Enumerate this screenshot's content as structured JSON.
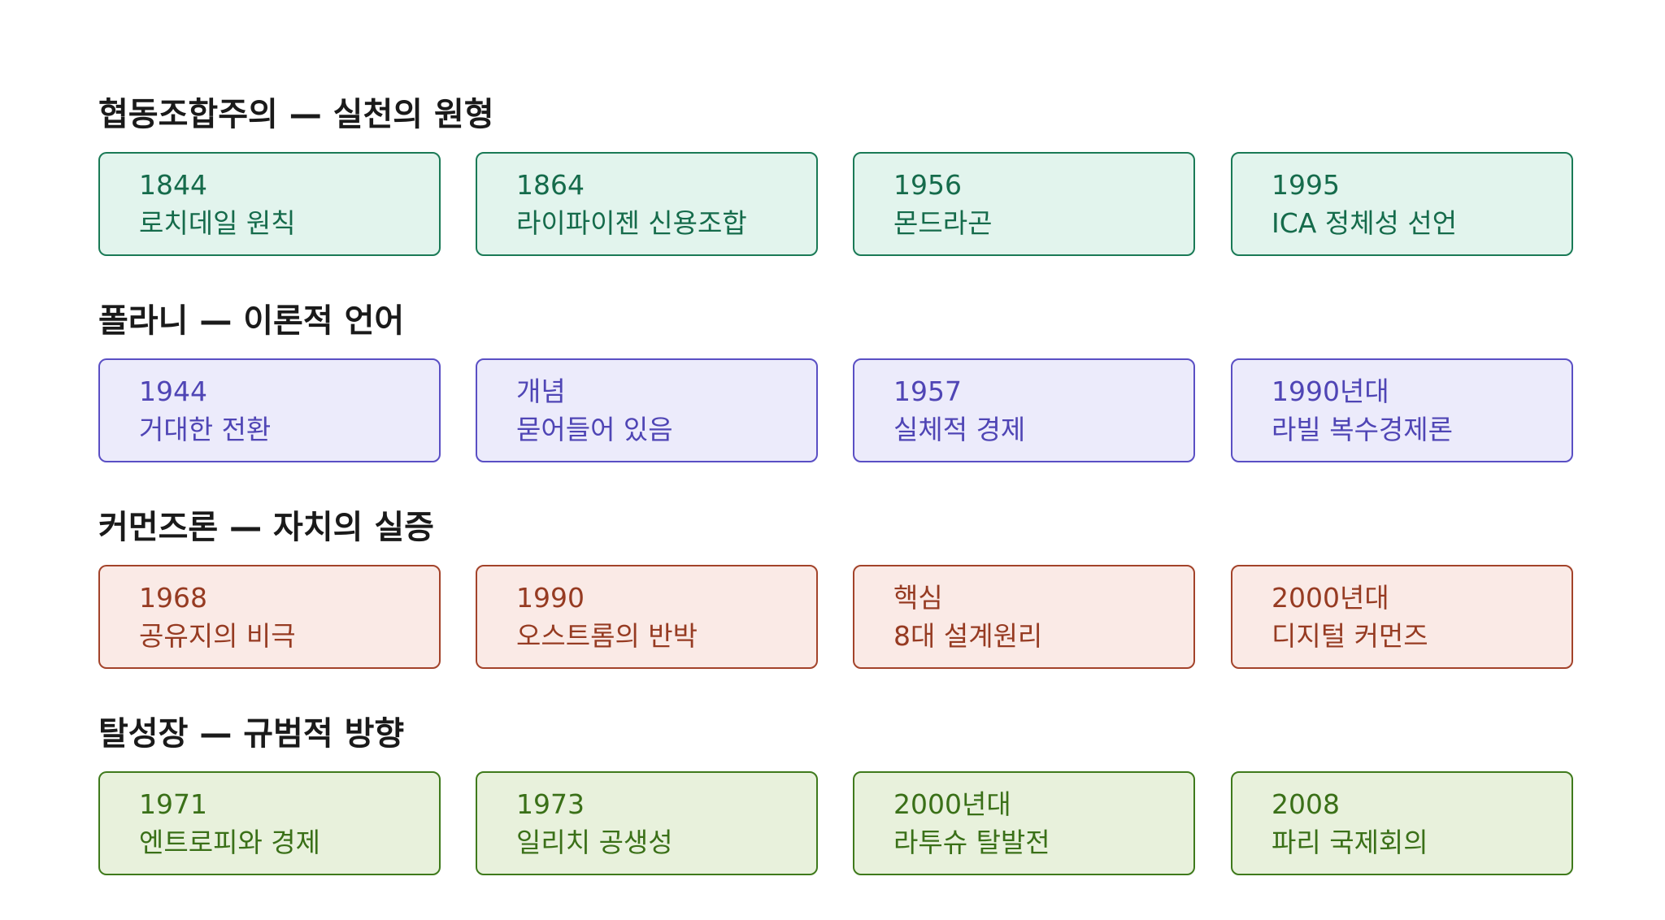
{
  "sections": [
    {
      "title": "협동조합주의 — 실천의 원형",
      "cards": [
        {
          "top": "1844",
          "bottom": "로치데일 원칙"
        },
        {
          "top": "1864",
          "bottom": "라이파이젠 신용조합"
        },
        {
          "top": "1956",
          "bottom": "몬드라곤"
        },
        {
          "top": "1995",
          "bottom": "ICA 정체성 선언"
        }
      ]
    },
    {
      "title": "폴라니 — 이론적 언어",
      "cards": [
        {
          "top": "1944",
          "bottom": "거대한 전환"
        },
        {
          "top": "개념",
          "bottom": "묻어들어 있음"
        },
        {
          "top": "1957",
          "bottom": "실체적 경제"
        },
        {
          "top": "1990년대",
          "bottom": "라빌 복수경제론"
        }
      ]
    },
    {
      "title": "커먼즈론 — 자치의 실증",
      "cards": [
        {
          "top": "1968",
          "bottom": "공유지의 비극"
        },
        {
          "top": "1990",
          "bottom": "오스트롬의 반박"
        },
        {
          "top": "핵심",
          "bottom": "8대 설계원리"
        },
        {
          "top": "2000년대",
          "bottom": "디지털 커먼즈"
        }
      ]
    },
    {
      "title": "탈성장 — 규범적 방향",
      "cards": [
        {
          "top": "1971",
          "bottom": "엔트로피와 경제"
        },
        {
          "top": "1973",
          "bottom": "일리치 공생성"
        },
        {
          "top": "2000년대",
          "bottom": "라투슈 탈발전"
        },
        {
          "top": "2008",
          "bottom": "파리 국제회의"
        }
      ]
    }
  ]
}
